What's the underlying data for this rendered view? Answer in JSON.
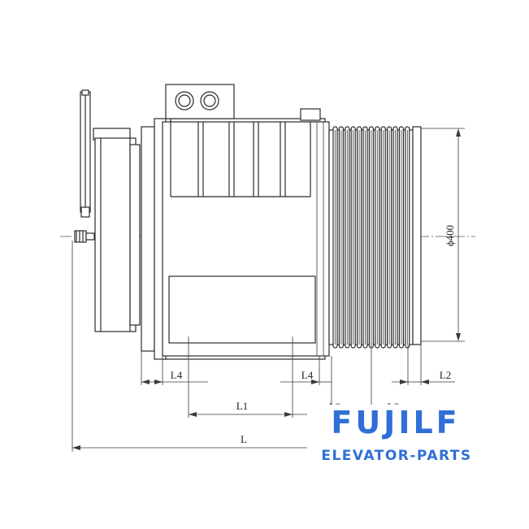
{
  "dimensions": {
    "diameter": "ϕ400",
    "L": "L",
    "L1": "L1",
    "L2": "L2",
    "L3": "L3",
    "L4_left": "L4",
    "L4_right": "L4"
  },
  "brand": {
    "name": "FUJILF",
    "tagline": "ELEVATOR-PARTS",
    "color": "#2f6fd6"
  },
  "colors": {
    "line": "#2b2b2b",
    "background": "#ffffff"
  }
}
